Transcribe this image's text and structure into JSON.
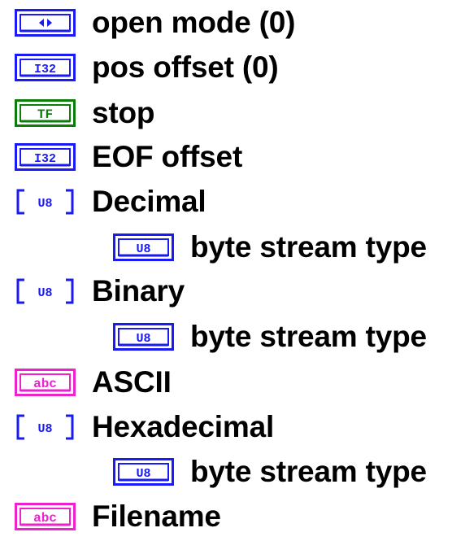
{
  "colors": {
    "enum": "#1a1af5",
    "i32": "#1a1af5",
    "bool": "#0a7d0a",
    "u8": "#1a1af5",
    "string": "#ee22cc"
  },
  "terminals": [
    {
      "icon": "enum-terminal-icon",
      "glyph": "◂▸",
      "label": "open mode (0)"
    },
    {
      "icon": "i32-terminal-icon",
      "glyph": "I32",
      "label": "pos offset (0)"
    },
    {
      "icon": "boolean-terminal-icon",
      "glyph": "TF",
      "label": "stop"
    },
    {
      "icon": "i32-terminal-icon",
      "glyph": "I32",
      "label": "EOF offset"
    },
    {
      "icon": "u8-array-terminal-icon",
      "glyph": "U8",
      "label": "Decimal"
    },
    {
      "icon": "u8-terminal-icon",
      "glyph": "U8",
      "label": "byte stream type"
    },
    {
      "icon": "u8-array-terminal-icon",
      "glyph": "U8",
      "label": "Binary"
    },
    {
      "icon": "u8-terminal-icon",
      "glyph": "U8",
      "label": "byte stream type"
    },
    {
      "icon": "string-terminal-icon",
      "glyph": "abc",
      "label": "ASCII"
    },
    {
      "icon": "u8-array-terminal-icon",
      "glyph": "U8",
      "label": "Hexadecimal"
    },
    {
      "icon": "u8-terminal-icon",
      "glyph": "U8",
      "label": "byte stream type"
    },
    {
      "icon": "string-terminal-icon",
      "glyph": "abc",
      "label": "Filename"
    }
  ]
}
